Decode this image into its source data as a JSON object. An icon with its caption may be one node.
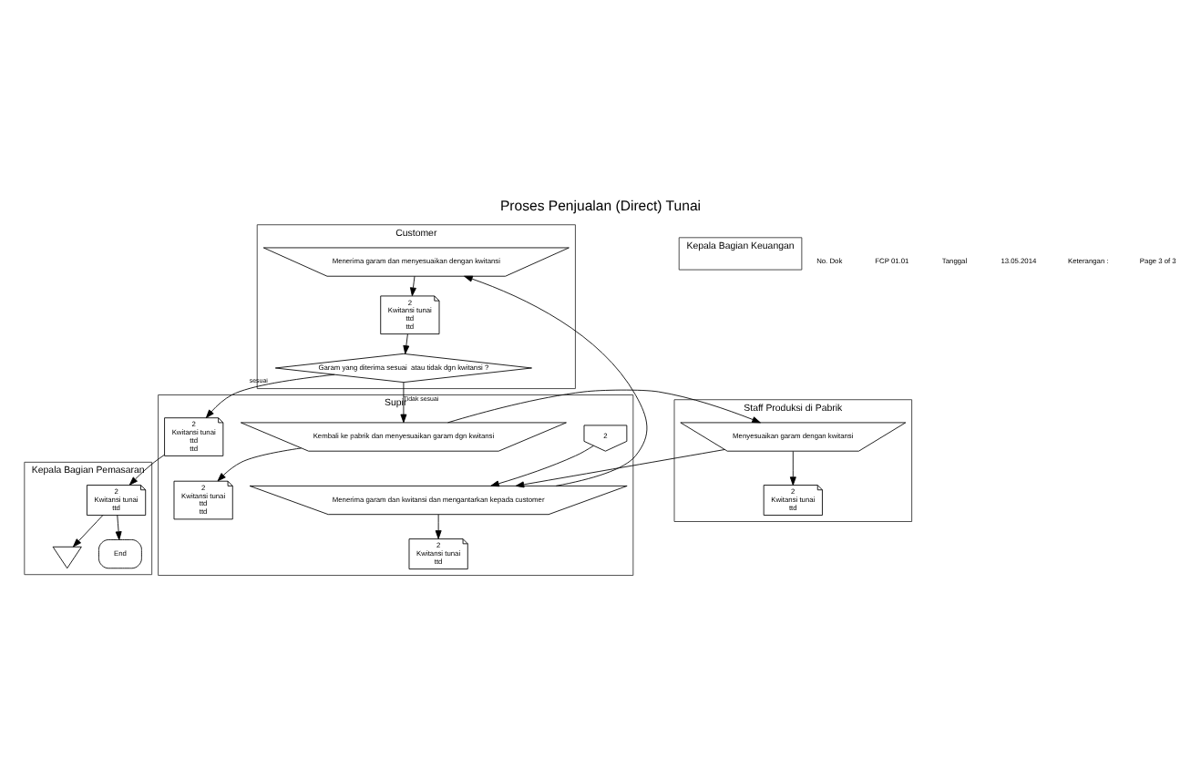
{
  "diagram": {
    "title": "Proses Penjualan (Direct) Tunai",
    "nodes": [
      {
        "text": [
          "Customer"
        ]
      },
      {
        "text": [
          "Supir"
        ]
      },
      {
        "text": [
          "Staff Produksi di Pabrik"
        ]
      },
      {
        "text": [
          "Kepala Bagian Pemasaran"
        ]
      },
      {
        "text": [
          "Kepala Bagian Keuangan"
        ]
      },
      {
        "text": [
          "2"
        ],
        "in": 1
      },
      {
        "text": [
          "Menerima garam dan kwitansi dan mengantarkan kepada customer"
        ],
        "in": 1
      },
      {
        "text": [
          "Menerima garam dan menyesuaikan dengan kwitansi"
        ],
        "in": 0
      },
      {
        "text": [
          "2",
          "Kwitansi tunai",
          "ttd"
        ],
        "in": 1
      },
      {
        "text": [
          "2",
          "Kwitansi tunai",
          "ttd",
          "ttd"
        ],
        "in": 0
      },
      {
        "text": [
          "Garam yang diterima sesuai  atau tidak dgn kwitansi ?"
        ],
        "in": 0
      },
      {
        "text": [
          "Kembali ke pabrik dan menyesuaikan garam dgn kwitansi"
        ],
        "in": 1
      },
      {
        "text": [
          "2",
          "Kwitansi tunai",
          "ttd",
          "ttd"
        ],
        "in": 1
      },
      {
        "text": [
          "Menyesuaikan garam dengan kwitansi"
        ],
        "in": 2
      },
      {
        "text": [
          "2",
          "Kwitansi tunai",
          "ttd"
        ],
        "in": 2
      },
      {
        "text": [
          "2",
          "Kwitansi tunai",
          "ttd",
          "ttd"
        ],
        "in": 1
      },
      {
        "text": [
          "2",
          "Kwitansi tunai",
          "ttd"
        ],
        "in": 3
      },
      {
        "text": [],
        "shape": "triangle",
        "in": 3
      },
      {
        "text": [
          "End"
        ],
        "in": 3
      }
    ],
    "edges": [
      {
        "from": 5,
        "to": 6,
        "arrow": "to"
      },
      {
        "from": 6,
        "to": 7,
        "arrow": "to"
      },
      {
        "from": 6,
        "to": 8,
        "arrow": "to"
      },
      {
        "from": 7,
        "to": 9,
        "arrow": "to"
      },
      {
        "from": 9,
        "to": 10,
        "arrow": "to"
      },
      {
        "from": 10,
        "to": 11,
        "label": "Tidak sesuai",
        "arrow": "to"
      },
      {
        "from": 11,
        "to": 13,
        "arrow": "to"
      },
      {
        "from": 11,
        "to": 12,
        "arrow": "to"
      },
      {
        "from": 13,
        "to": 6,
        "arrow": "to"
      },
      {
        "from": 13,
        "to": 14,
        "arrow": "to"
      },
      {
        "from": 10,
        "to": 15,
        "label": "sesuai",
        "arrow": "to"
      },
      {
        "from": 15,
        "to": 16,
        "arrow": "to"
      },
      {
        "from": 16,
        "to": 17,
        "arrow": "to"
      },
      {
        "from": 16,
        "to": 18,
        "arrow": "to"
      }
    ],
    "labels": [
      "No. Dok",
      "FCP 01.01",
      "Tanggal",
      "13.05.2014",
      "Keterangan :",
      "Page 3 of 3"
    ]
  }
}
